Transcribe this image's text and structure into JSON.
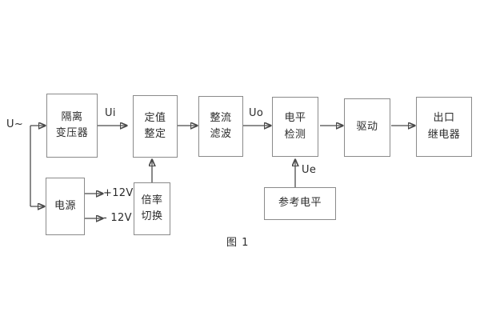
{
  "diagram": {
    "caption": "图 1",
    "input_label": "U~",
    "boxes": [
      {
        "id": "isolation-transformer",
        "lines": [
          "隔离",
          "变压器"
        ]
      },
      {
        "id": "setting-value",
        "lines": [
          "定值",
          "整定"
        ]
      },
      {
        "id": "rectifier-filter",
        "lines": [
          "整流",
          "滤波"
        ]
      },
      {
        "id": "level-detection",
        "lines": [
          "电平",
          "检测"
        ]
      },
      {
        "id": "driver",
        "lines": [
          "驱动"
        ]
      },
      {
        "id": "output-relay",
        "lines": [
          "出口",
          "继电器"
        ]
      },
      {
        "id": "power-supply",
        "lines": [
          "电源"
        ]
      },
      {
        "id": "multiplier-switch",
        "lines": [
          "倍率",
          "切换"
        ]
      },
      {
        "id": "reference-level",
        "lines": [
          "参考电平"
        ]
      }
    ],
    "signals": {
      "ui": "Ui",
      "uo": "Uo",
      "ue": "Ue",
      "rail_positive": "+12V",
      "rail_negative": "- 12V"
    }
  }
}
